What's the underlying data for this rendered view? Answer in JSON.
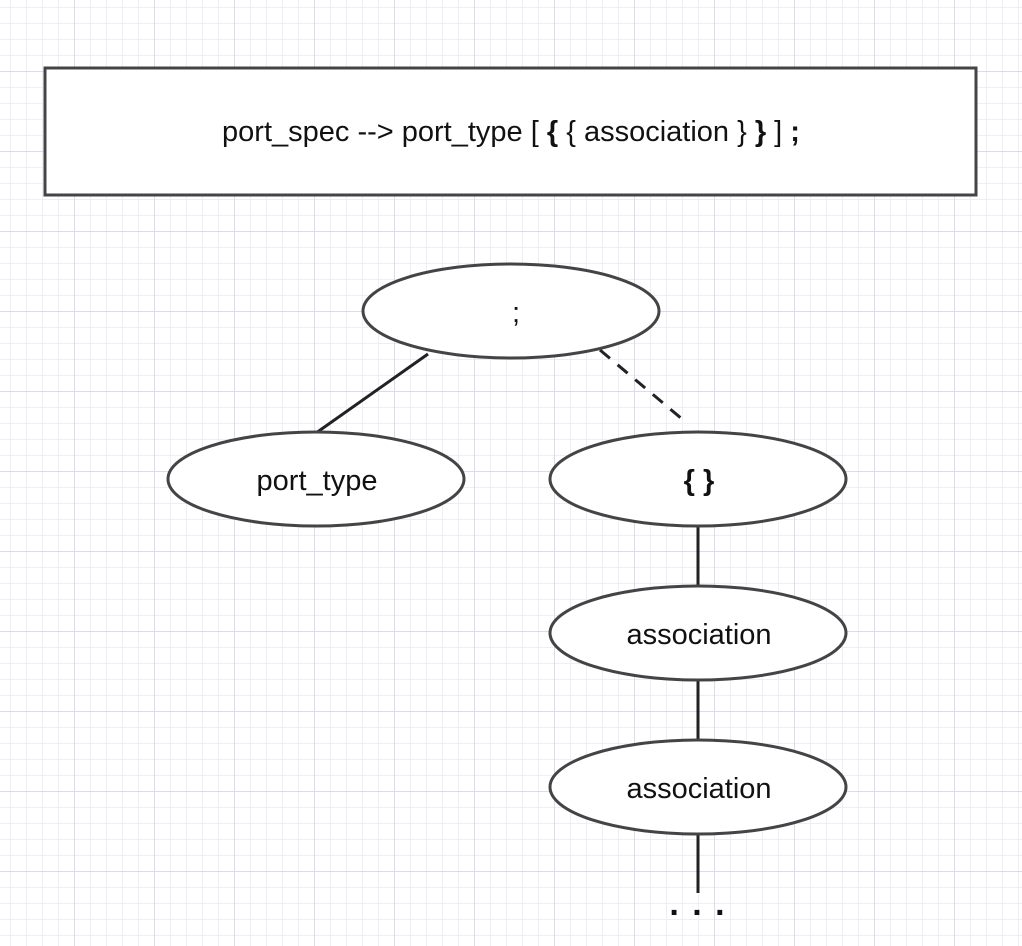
{
  "production": {
    "prefix": "port_spec --> port_type [ ",
    "open_brace": "{",
    "middle": " { association } ",
    "close_brace": "}",
    "suffix_bracket": " ] ",
    "semicolon": ";"
  },
  "tree": {
    "root": ";",
    "left_child": "port_type",
    "right_child": "{ }",
    "assoc_1": "association",
    "assoc_2": "association",
    "continuation": ". . ."
  }
}
